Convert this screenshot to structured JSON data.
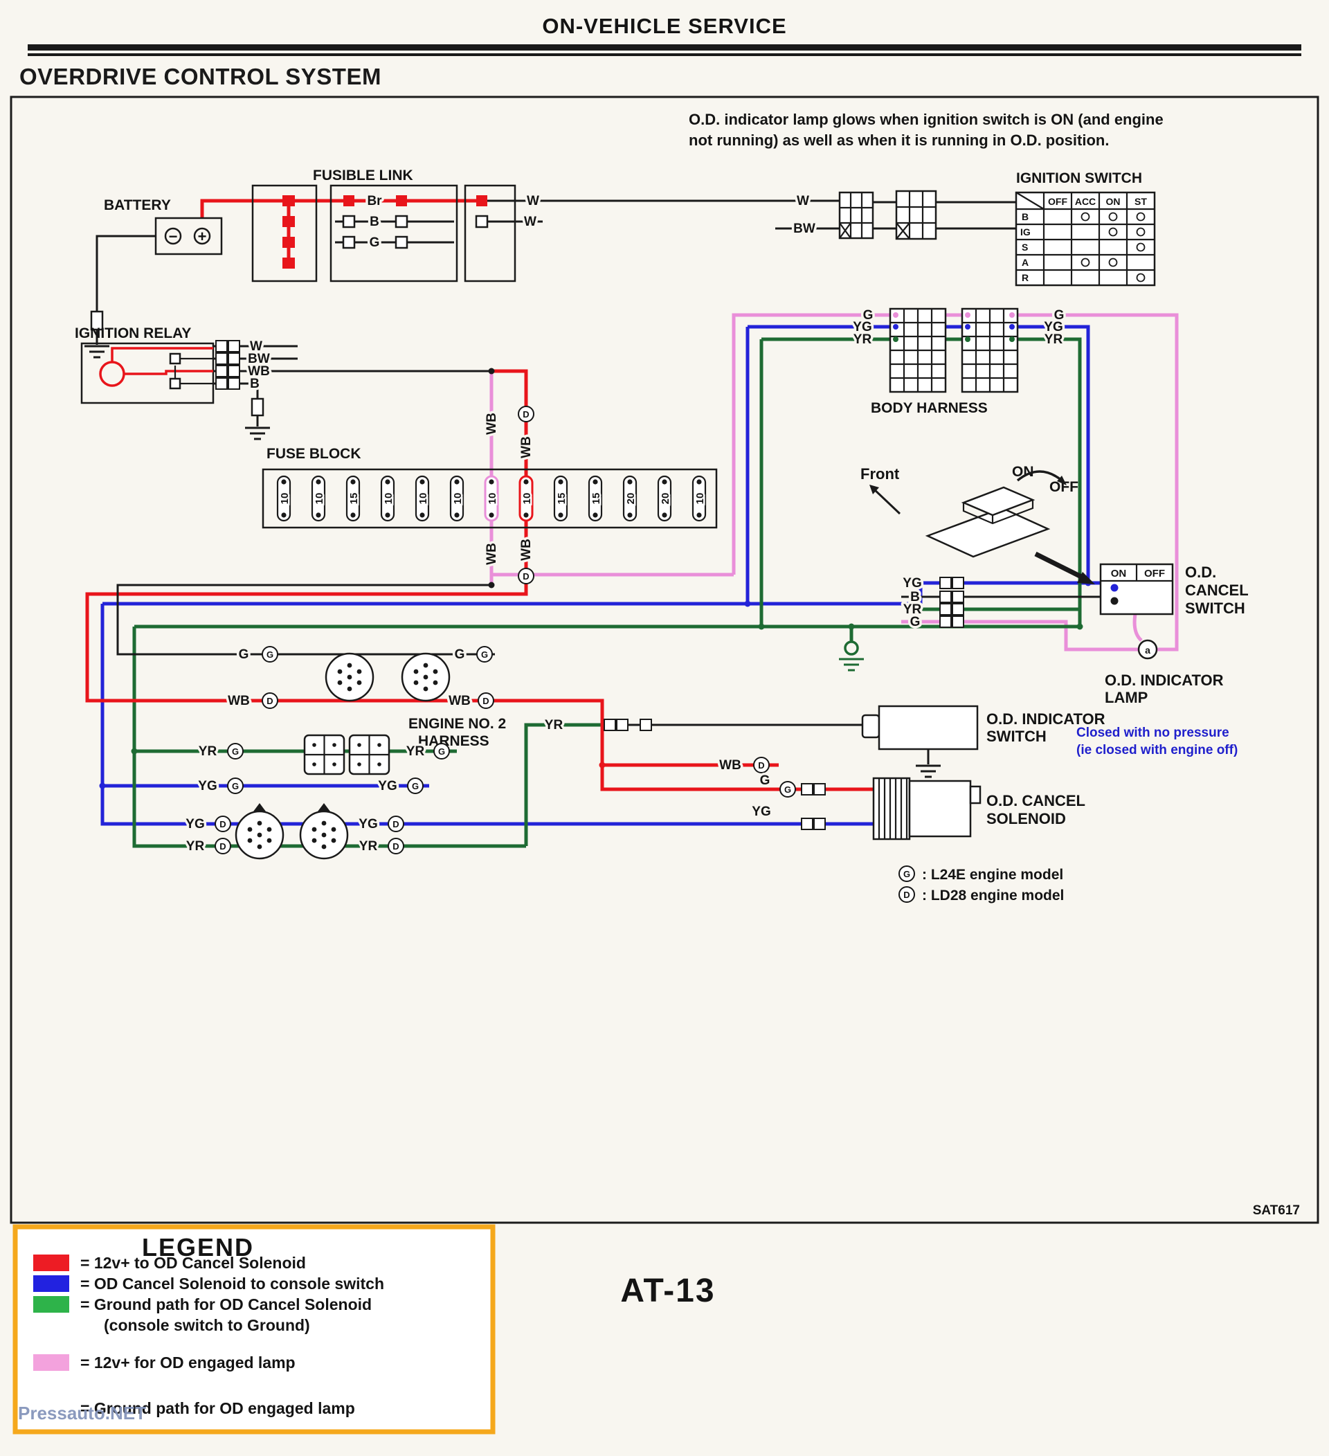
{
  "colors": {
    "red": "#e8151b",
    "blue": "#2323d8",
    "green": "#1e6b33",
    "pink": "#e98fd9",
    "orange": "#f5a81c",
    "blue_note": "#2020cc",
    "watermark": "#8595bb",
    "paper": "#f8f6f0",
    "legend_red": "#ed1c24",
    "legend_blue": "#2222e0",
    "legend_green": "#2eb34a",
    "legend_pink": "#f3a2dd",
    "legend_dgreen": "#1e7a33"
  },
  "header": {
    "title": "ON-VEHICLE SERVICE",
    "section": "OVERDRIVE CONTROL SYSTEM"
  },
  "note": {
    "line1": "O.D. indicator lamp glows when ignition switch is ON (and engine",
    "line2": "not running) as well as when it is running in O.D. position."
  },
  "labels": {
    "battery": "BATTERY",
    "fusible_link": "FUSIBLE LINK",
    "ignition_switch": "IGNITION SWITCH",
    "ignition_relay": "IGNITION RELAY",
    "fuse_block": "FUSE BLOCK",
    "body_harness": "BODY HARNESS",
    "engine_harness1": "ENGINE NO. 2",
    "engine_harness2": "HARNESS",
    "od_cancel_switch1": "O.D.",
    "od_cancel_switch2": "CANCEL",
    "od_cancel_switch3": "SWITCH",
    "od_indicator_lamp1": "O.D. INDICATOR",
    "od_indicator_lamp2": "LAMP",
    "od_indicator_switch1": "O.D. INDICATOR",
    "od_indicator_switch2": "SWITCH",
    "od_cancel_solenoid1": "O.D. CANCEL",
    "od_cancel_solenoid2": "SOLENOID",
    "front": "Front",
    "on": "ON",
    "off": "OFF",
    "sw_on": "ON",
    "sw_off": "OFF",
    "lamp_a": "a",
    "sat": "SAT617",
    "page": "AT-13"
  },
  "wires": {
    "w": "W",
    "bw": "BW",
    "wb": "WB",
    "b": "B",
    "g": "G",
    "br": "Br",
    "yg": "YG",
    "yr": "YR",
    "minus": "−",
    "plus": "+",
    "key_g": "G",
    "key_d": "D"
  },
  "ignition_table": {
    "cols": [
      "OFF",
      "ACC",
      "ON",
      "ST"
    ],
    "rows": [
      "B",
      "IG",
      "S",
      "A",
      "R"
    ]
  },
  "fuses": [
    "10",
    "10",
    "15",
    "10",
    "10",
    "10",
    "10",
    "10",
    "15",
    "15",
    "20",
    "20",
    "10"
  ],
  "engine_key": {
    "g_text": ":  L24E engine model",
    "d_text": ":  LD28 engine model"
  },
  "annotation": {
    "line1": "Closed with no pressure",
    "line2": "(ie closed with engine off)"
  },
  "legend": {
    "title": "LEGEND",
    "item1": "= 12v+ to OD Cancel Solenoid",
    "item2": "= OD Cancel Solenoid to console switch",
    "item3": "= Ground path for OD Cancel Solenoid",
    "item3b": "(console switch to Ground)",
    "item4": "= 12v+ for OD engaged lamp",
    "item5": "= Ground path for OD engaged lamp"
  },
  "watermark": "Pressauto.NET"
}
